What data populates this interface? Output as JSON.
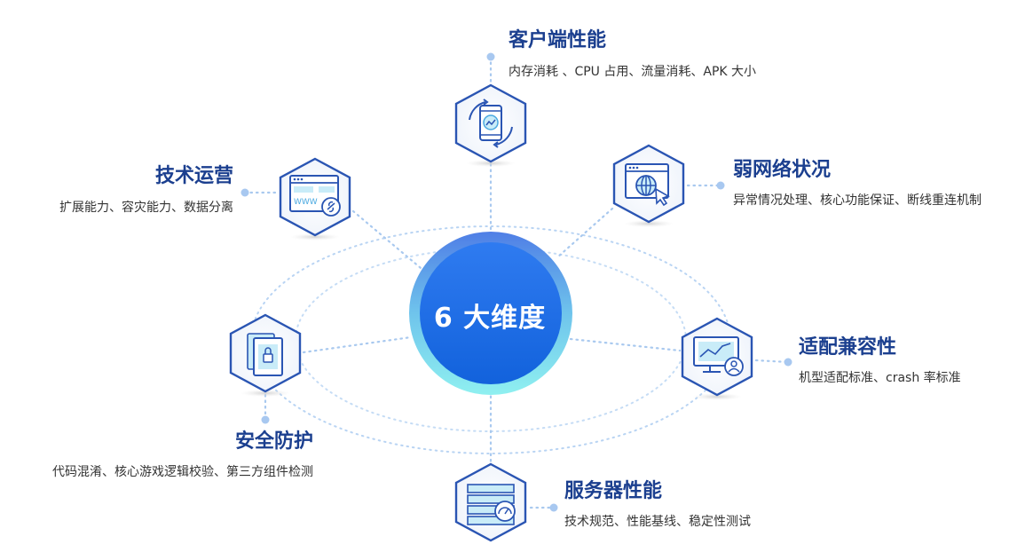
{
  "center": {
    "label": "6 大维度"
  },
  "colors": {
    "accent": "#1b3f8f",
    "core_start": "#2f7bf0",
    "core_end": "#1262dc",
    "ring": "#7ed9f0",
    "hex_border": "#2a55b3",
    "dot": "#a8c8f0"
  },
  "dimensions": [
    {
      "title": "客户端性能",
      "desc": "内存消耗 、CPU 占用、流量消耗、APK 大小",
      "icon": "phone-chart-icon"
    },
    {
      "title": "弱网络状况",
      "desc": "异常情况处理、核心功能保证、断线重连机制",
      "icon": "browser-globe-icon"
    },
    {
      "title": "适配兼容性",
      "desc": "机型适配标准、crash 率标准",
      "icon": "monitor-user-icon"
    },
    {
      "title": "服务器性能",
      "desc": "技术规范、性能基线、稳定性测试",
      "icon": "server-gauge-icon"
    },
    {
      "title": "安全防护",
      "desc": "代码混淆、核心游戏逻辑校验、第三方组件检测",
      "icon": "tablet-lock-icon"
    },
    {
      "title": "技术运营",
      "desc": "扩展能力、容灾能力、数据分离",
      "icon": "browser-link-icon"
    }
  ]
}
